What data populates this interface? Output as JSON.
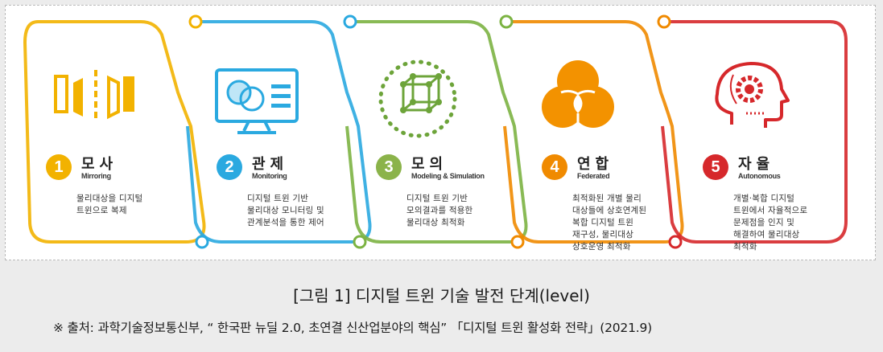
{
  "stages": [
    {
      "number": "1",
      "title": "모사",
      "subtitle": "Mirroring",
      "color": "#f2b200",
      "icon": "mirror-icon",
      "desc": [
        "물리대상을 디지털",
        "트윈으로 복제"
      ]
    },
    {
      "number": "2",
      "title": "관제",
      "subtitle": "Monitoring",
      "color": "#2aa9e0",
      "icon": "monitor-icon",
      "desc": [
        "디지털 트윈 기반",
        "물리대상 모니터링 및",
        "관계분석을 통한 제어"
      ]
    },
    {
      "number": "3",
      "title": "모의",
      "subtitle": "Modeling & Simulation",
      "color": "#7cb342",
      "icon": "network-cube-icon",
      "desc": [
        "디지털 트윈 기반",
        "모의결과를 적용한",
        "물리대상 최적화"
      ]
    },
    {
      "number": "4",
      "title": "연합",
      "subtitle": "Federated",
      "color": "#f08a00",
      "icon": "overlapping-circles-icon",
      "desc": [
        "최적화된 개별 물리",
        "대상들에 상호연계된",
        "복합 디지털 트윈",
        "재구성, 물리대상",
        "상호운영 최적화"
      ]
    },
    {
      "number": "5",
      "title": "자율",
      "subtitle": "Autonomous",
      "color": "#d6282b",
      "icon": "head-gear-icon",
      "desc": [
        "개별·복합 디지털",
        "트윈에서 자율적으로",
        "문제점을 인지 및",
        "해결하여 물리대상",
        "최적화"
      ]
    }
  ],
  "caption": "[그림 1] 디지털 트윈 기술 발전 단계(level)",
  "source": "※ 출처:  과학기술정보통신부, “ 한국판 뉴딜 2.0, 초연결 신산업분야의 핵심” 「디지털 트윈 활성화 전략」(2021.9)"
}
